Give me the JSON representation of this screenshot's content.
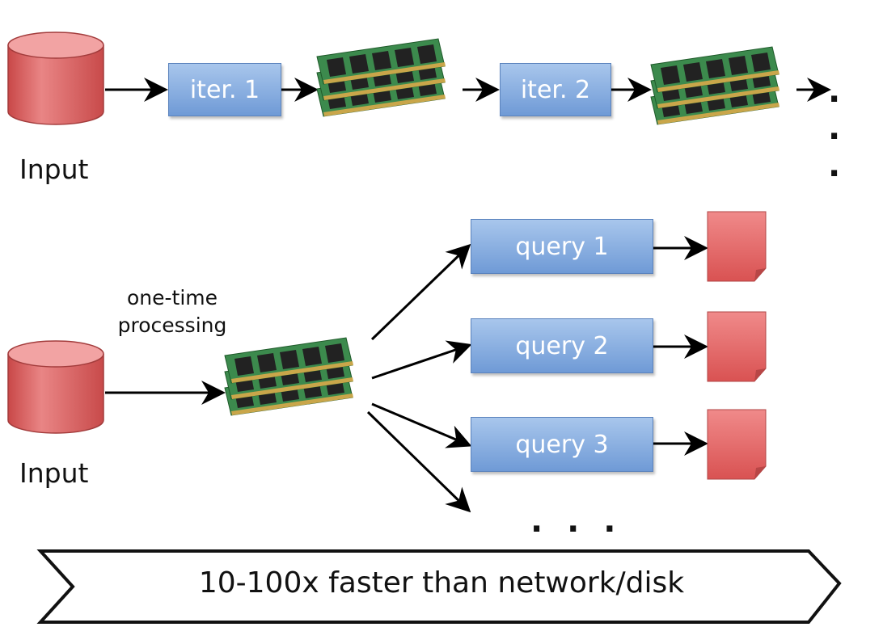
{
  "top_row": {
    "input_label": "Input",
    "iter1_label": "iter. 1",
    "iter2_label": "iter. 2",
    "continuation": ". . ."
  },
  "bottom_row": {
    "input_label": "Input",
    "note": [
      "one-time",
      "processing"
    ],
    "queries": [
      "query 1",
      "query 2",
      "query 3"
    ],
    "continuation": ". . ."
  },
  "banner": {
    "text": "10-100x faster than network/disk"
  },
  "icons": {
    "input": "database-cylinder-icon",
    "memory": "ram-modules-icon",
    "output": "document-icon"
  },
  "colors": {
    "db_red": "#d95f5f",
    "box_blue": "#7ea6dc",
    "ram_green": "#3f8a4f",
    "doc_red": "#e06666"
  }
}
